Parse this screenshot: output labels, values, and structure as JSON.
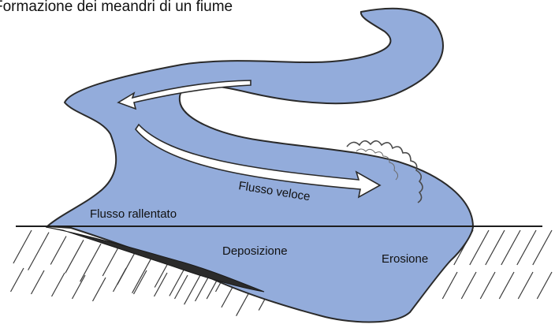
{
  "title": "Formazione dei meandri di un fiume",
  "labels": {
    "fast_flow": "Flusso veloce",
    "slow_flow": "Flusso rallentato",
    "deposition": "Deposizione",
    "erosion": "Erosione"
  },
  "colors": {
    "water": "#93ACDB",
    "outline": "#2a2a2a",
    "ground_hatch": "#3a3a3a",
    "deposit": "#2b2b2b"
  }
}
